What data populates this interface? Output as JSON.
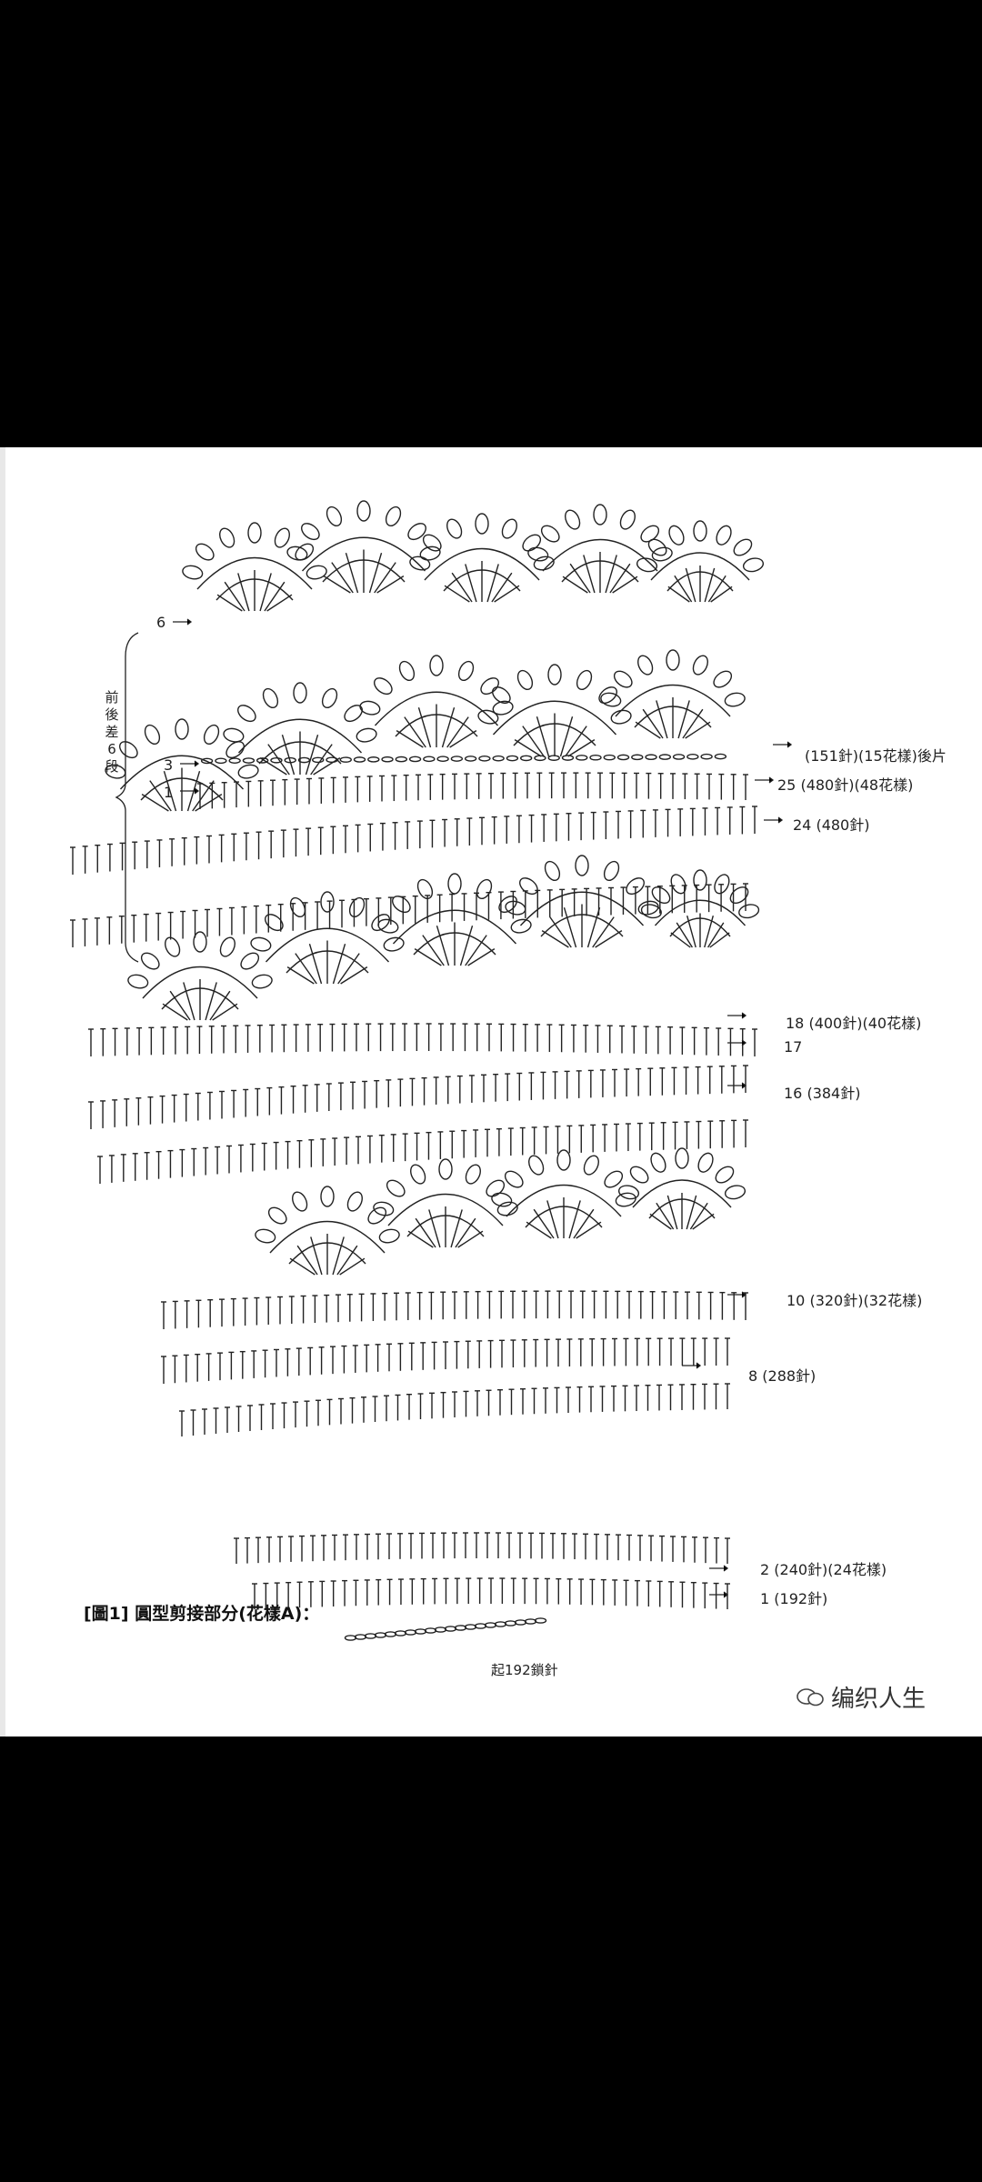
{
  "caption": "[圖1] 圓型剪接部分(花樣A)：",
  "start_label": "起192鎖針",
  "watermark": "编织人生",
  "side_note": "前後差6段",
  "left_labels": [
    "6",
    "3",
    "1"
  ],
  "right_labels": [
    "(151針)(15花樣)後片",
    "25 (480針)(48花樣)",
    "24 (480針)",
    "18 (400針)(40花樣)",
    "17",
    "16 (384針)",
    "10 (320針)(32花樣)",
    "8 (288針)",
    "2 (240針)(24花樣)",
    "1 (192針)"
  ],
  "colors": {
    "background": "#000000",
    "paper": "#ffffff",
    "ink": "#222222"
  }
}
